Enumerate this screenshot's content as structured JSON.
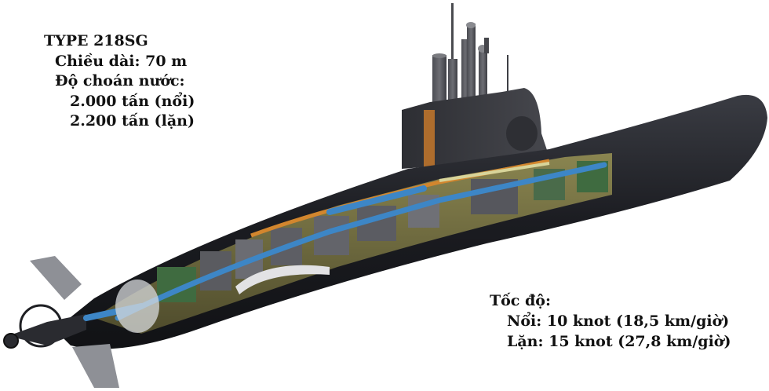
{
  "specs": {
    "title": "TYPE 218SG",
    "length": "Chiều dài: 70 m",
    "displacement_label": "Độ choán nước:",
    "displacement_surfaced": "2.000 tấn (nổi)",
    "displacement_submerged": "2.200 tấn (lặn)"
  },
  "speed": {
    "label": "Tốc độ:",
    "surfaced": "Nổi: 10 knot (18,5 km/giờ)",
    "submerged": "Lặn: 15 knot (27,8 km/giờ)"
  },
  "illustration": {
    "subject": "submarine-cutaway",
    "colors": {
      "hull": "#1c1d22",
      "sail": "#3a3b40",
      "mast": "#55565c",
      "interior_olive": "#6e6a3c",
      "pipe_blue": "#3d86c6",
      "pipe_orange": "#d2862e",
      "machinery_green": "#3f6b40",
      "fin_grey": "#8e9096"
    }
  }
}
